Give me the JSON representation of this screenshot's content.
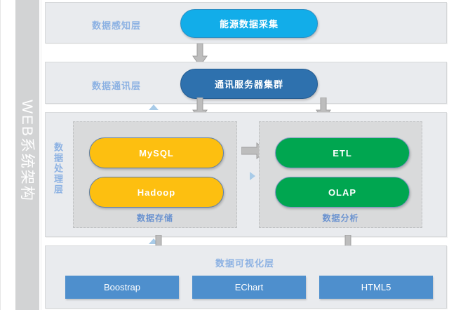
{
  "sidebar": {
    "title": "WEB系统架构"
  },
  "layers": [
    {
      "id": "perception",
      "label": "数据感知层",
      "node": "能源数据采集"
    },
    {
      "id": "communication",
      "label": "数据通讯层",
      "node": "通讯服务器集群"
    },
    {
      "id": "processing",
      "label": "数据处理层",
      "groups": [
        {
          "caption": "数据存储",
          "nodes": [
            "MySQL",
            "Hadoop"
          ]
        },
        {
          "caption": "数据分析",
          "nodes": [
            "ETL",
            "OLAP"
          ]
        }
      ]
    },
    {
      "id": "visualization",
      "label": "数据可视化层",
      "buttons": [
        "Boostrap",
        "EChart",
        "HTML5"
      ]
    }
  ],
  "colors": {
    "cyan": "#12ade9",
    "navy": "#2e71ae",
    "amber": "#fdbf10",
    "green": "#00a650",
    "button_blue": "#4e8fcd",
    "panel_bg": "#e9ebee",
    "group_bg": "#d9dadb",
    "label_blue": "#8db2e3",
    "sidebar_gray": "#d2d3d4"
  },
  "icons": {
    "arrow_down": "arrow-down-icon",
    "arrow_right": "arrow-right-icon",
    "triangle_up": "triangle-up-icon",
    "triangle_right": "triangle-right-icon"
  }
}
